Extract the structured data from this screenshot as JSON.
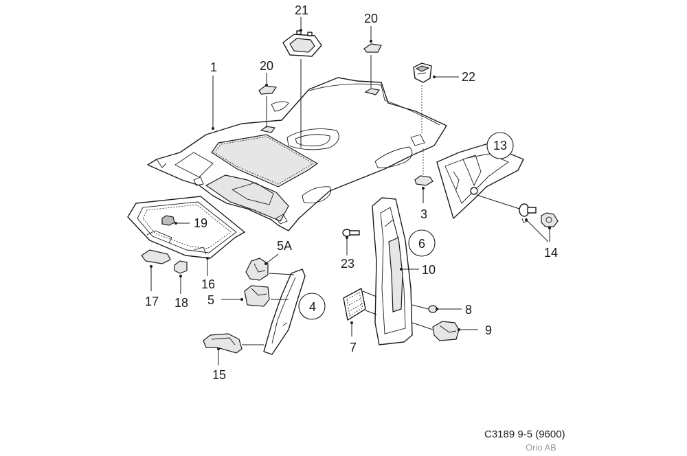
{
  "callouts": {
    "c1": "1",
    "c3": "3",
    "c4": "4",
    "c5": "5",
    "c5a": "5A",
    "c6": "6",
    "c7": "7",
    "c8": "8",
    "c9": "9",
    "c10": "10",
    "c13": "13",
    "c14": "14",
    "c15": "15",
    "c16": "16",
    "c17": "17",
    "c18": "18",
    "c19": "19",
    "c20a": "20",
    "c20b": "20",
    "c21": "21",
    "c22": "22",
    "c23": "23"
  },
  "footer": {
    "code_ref": "C3189 9-5 (9600)",
    "copyright": "Orio AB"
  }
}
